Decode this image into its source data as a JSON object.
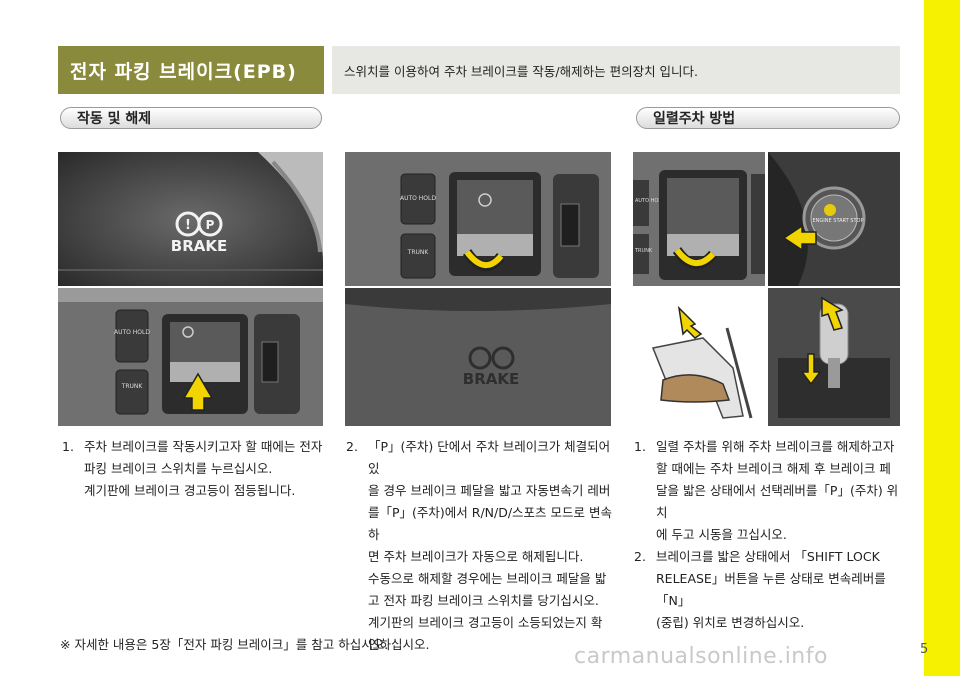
{
  "header": {
    "title": "전자 파킹 브레이크(EPB)",
    "description": "스위치를 이용하여 주차 브레이크를 작동/해제하는 편의장치 입니다."
  },
  "sections": {
    "left_title": "작동 및 해제",
    "right_title": "일렬주차 방법"
  },
  "photo_labels": {
    "auto_hold": "AUTO HOLD",
    "trunk": "TRUNK",
    "brake": "BRAKE",
    "engine_start_stop": "ENGINE START STOP"
  },
  "col1": {
    "item1_num": "1.",
    "item1_lines": [
      "주차 브레이크를 작동시키고자 할 때에는 전자",
      "파킹 브레이크 스위치를 누르십시오.",
      "계기판에 브레이크 경고등이 점등됩니다."
    ]
  },
  "col2": {
    "item2_num": "2.",
    "item2_lines": [
      "「P」(주차) 단에서 주차 브레이크가 체결되어 있",
      "을 경우 브레이크 페달을 밟고 자동변속기 레버",
      "를「P」(주차)에서 R/N/D/스포츠 모드로 변속하",
      "면 주차 브레이크가 자동으로 해제됩니다.",
      "수동으로 해제할 경우에는 브레이크 페달을 밟",
      "고 전자 파킹 브레이크 스위치를 당기십시오.",
      "계기판의 브레이크 경고등이 소등되었는지 확",
      "인하십시오."
    ]
  },
  "col3": {
    "item1_num": "1.",
    "item1_lines": [
      "일렬 주차를 위해 주차 브레이크를 해제하고자",
      "할 때에는 주차 브레이크 해제 후 브레이크 페",
      "달을 밟은 상태에서 선택레버를「P」(주차) 위치",
      "에 두고 시동을 끄십시오."
    ],
    "item2_num": "2.",
    "item2_lines": [
      "브레이크를 밟은 상태에서 「SHIFT LOCK",
      "RELEASE」버튼을 누른 상태로 변속레버를「N」",
      "(중립) 위치로 변경하십시오."
    ]
  },
  "footer": {
    "note": "※ 자세한 내용은 5장「전자 파킹 브레이크」를 참고 하십시오.",
    "page_number": "5",
    "watermark": "carmanualsonline.info"
  },
  "colors": {
    "title_bg": "#8a8a3c",
    "desc_bg": "#e7e7e4",
    "side_bar": "#f5f100",
    "arrow": "#f2d400"
  }
}
